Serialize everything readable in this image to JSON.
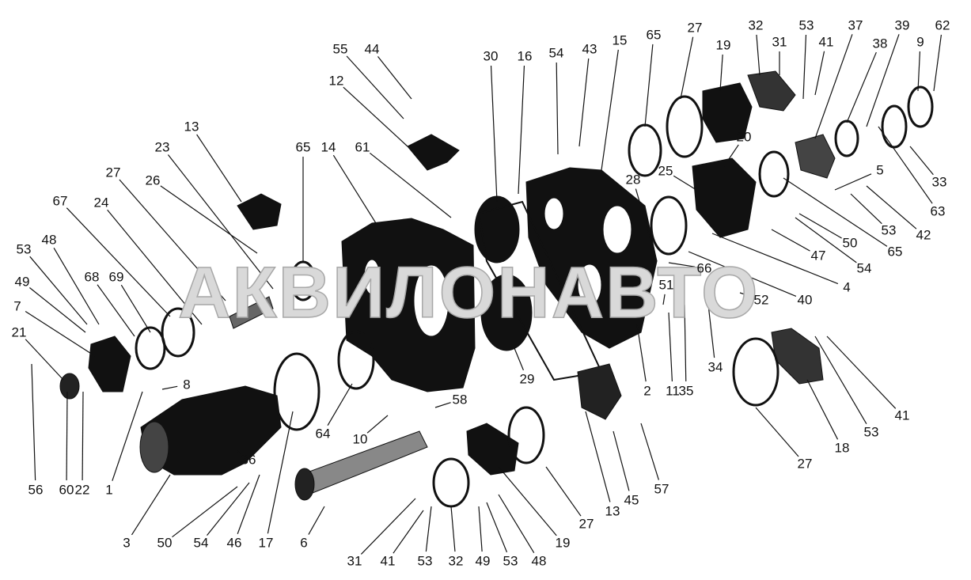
{
  "diagram": {
    "watermark": "АКВИЛОНАВТО",
    "callouts": [
      "55",
      "44",
      "12",
      "13",
      "23",
      "65",
      "14",
      "61",
      "27",
      "26",
      "67",
      "24",
      "53",
      "48",
      "49",
      "68",
      "69",
      "7",
      "21",
      "8",
      "1",
      "56",
      "60",
      "22",
      "3",
      "50",
      "54",
      "46",
      "17",
      "36",
      "64",
      "10",
      "58",
      "6",
      "31",
      "41",
      "53",
      "32",
      "49",
      "53",
      "48",
      "19",
      "27",
      "13",
      "45",
      "57",
      "29",
      "2",
      "11",
      "35",
      "34",
      "51",
      "66",
      "52",
      "40",
      "4",
      "54",
      "47",
      "50",
      "65",
      "53",
      "42",
      "63",
      "33",
      "5",
      "28",
      "25",
      "20",
      "30",
      "16",
      "54",
      "43",
      "15",
      "65",
      "27",
      "19",
      "32",
      "31",
      "53",
      "41",
      "37",
      "38",
      "39",
      "9",
      "62",
      "27",
      "18",
      "53",
      "41"
    ]
  }
}
